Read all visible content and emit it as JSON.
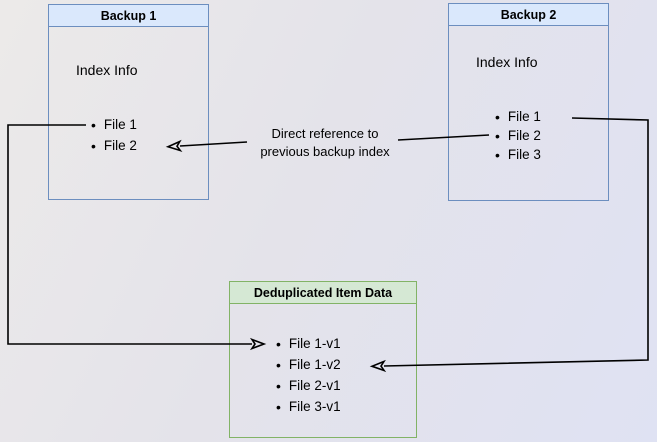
{
  "backup1": {
    "title": "Backup 1",
    "label": "Index Info",
    "items": [
      "File 1",
      "File 2"
    ]
  },
  "backup2": {
    "title": "Backup 2",
    "label": "Index Info",
    "items": [
      "File 1",
      "File 2",
      "File 3"
    ]
  },
  "dedup": {
    "title": "Deduplicated Item Data",
    "items": [
      "File 1-v1",
      "File 1-v2",
      "File 2-v1",
      "File 3-v1"
    ]
  },
  "annotation": {
    "line1": "Direct reference to",
    "line2": "previous backup index"
  },
  "bullet_glyph": "•",
  "colors": {
    "blue_fill": "#DAE8FC",
    "blue_border": "#6C8EBF",
    "green_fill": "#D5E8D4",
    "green_border": "#82B366",
    "connector": "#000000",
    "background_start": "#ECEAE9",
    "background_end": "#DFE2F3"
  }
}
